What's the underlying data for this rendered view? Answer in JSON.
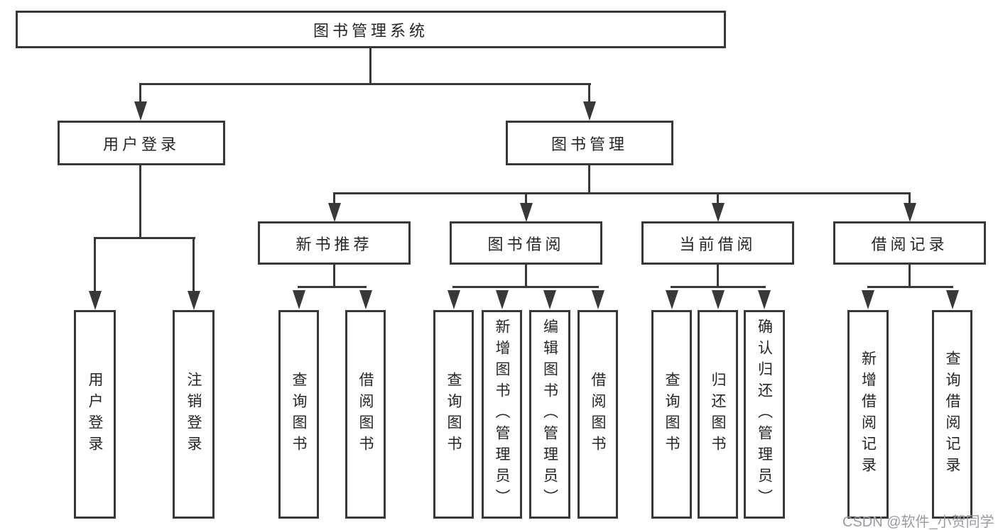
{
  "tree": {
    "root": {
      "label": "图书管理系统"
    },
    "branches": [
      {
        "label": "用户登录",
        "children": [
          {
            "label": "用户登录"
          },
          {
            "label": "注销登录"
          }
        ]
      },
      {
        "label": "图书管理",
        "sections": [
          {
            "label": "新书推荐",
            "children": [
              {
                "label": "查询图书"
              },
              {
                "label": "借阅图书"
              }
            ]
          },
          {
            "label": "图书借阅",
            "children": [
              {
                "label": "查询图书"
              },
              {
                "label": "新增图书（管理员）"
              },
              {
                "label": "编辑图书（管理员）"
              },
              {
                "label": "借阅图书"
              }
            ]
          },
          {
            "label": "当前借阅",
            "children": [
              {
                "label": "查询图书"
              },
              {
                "label": "归还图书"
              },
              {
                "label": "确认归还（管理员）"
              }
            ]
          },
          {
            "label": "借阅记录",
            "children": [
              {
                "label": "新增借阅记录"
              },
              {
                "label": "查询借阅记录"
              }
            ]
          }
        ]
      }
    ]
  },
  "watermark": {
    "text": "CSDN @软件_小贺同学"
  },
  "colors": {
    "line": "#383838",
    "box_border": "#383838",
    "text": "#262626",
    "watermark": "#9b9ba3",
    "background": "#ffffff"
  }
}
